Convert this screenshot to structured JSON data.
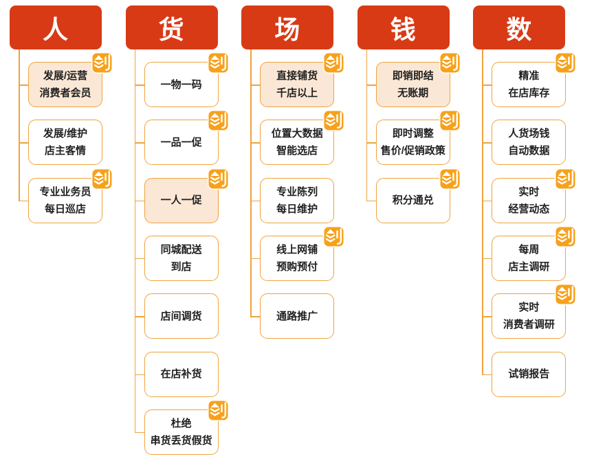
{
  "title": "人货场钱数 五大支柱图",
  "colors": {
    "header_bg": "#D83A15",
    "node_border": "#F0A23C",
    "badge_bg": "#F7A11B",
    "highlight_bg": "#FBE7D5",
    "text": "#1F1F1F"
  },
  "badge": {
    "meaning": "创 (innovation badge)",
    "glyph": "创"
  },
  "columns": [
    {
      "id": "people",
      "header": "人",
      "items": [
        {
          "text": "发展/运营\n消费者会员",
          "highlight": true,
          "badge": true
        },
        {
          "text": "发展/维护\n店主客情",
          "highlight": false,
          "badge": false
        },
        {
          "text": "专业业务员\n每日巡店",
          "highlight": false,
          "badge": true
        }
      ]
    },
    {
      "id": "goods",
      "header": "货",
      "items": [
        {
          "text": "一物一码",
          "highlight": false,
          "badge": true
        },
        {
          "text": "一品一促",
          "highlight": false,
          "badge": true
        },
        {
          "text": "一人一促",
          "highlight": true,
          "badge": true
        },
        {
          "text": "同城配送\n到店",
          "highlight": false,
          "badge": false
        },
        {
          "text": "店间调货",
          "highlight": false,
          "badge": false
        },
        {
          "text": "在店补货",
          "highlight": false,
          "badge": false
        },
        {
          "text": "杜绝\n串货丢货假货",
          "highlight": false,
          "badge": true
        }
      ]
    },
    {
      "id": "place",
      "header": "场",
      "items": [
        {
          "text": "直接铺货\n千店以上",
          "highlight": true,
          "badge": true
        },
        {
          "text": "位置大数据\n智能选店",
          "highlight": false,
          "badge": true
        },
        {
          "text": "专业陈列\n每日维护",
          "highlight": false,
          "badge": false
        },
        {
          "text": "线上网铺\n预购预付",
          "highlight": false,
          "badge": true
        },
        {
          "text": "通路推广",
          "highlight": false,
          "badge": false
        }
      ]
    },
    {
      "id": "money",
      "header": "钱",
      "items": [
        {
          "text": "即销即结\n无账期",
          "highlight": true,
          "badge": true
        },
        {
          "text": "即时调整\n售价/促销政策",
          "highlight": false,
          "badge": true
        },
        {
          "text": "积分通兑",
          "highlight": false,
          "badge": true
        }
      ]
    },
    {
      "id": "data",
      "header": "数",
      "items": [
        {
          "text": "精准\n在店库存",
          "highlight": false,
          "badge": true
        },
        {
          "text": "人货场钱\n自动数据",
          "highlight": false,
          "badge": false
        },
        {
          "text": "实时\n经营动态",
          "highlight": false,
          "badge": true
        },
        {
          "text": "每周\n店主调研",
          "highlight": false,
          "badge": true
        },
        {
          "text": "实时\n消费者调研",
          "highlight": false,
          "badge": true
        },
        {
          "text": "试销报告",
          "highlight": false,
          "badge": false
        }
      ]
    }
  ]
}
